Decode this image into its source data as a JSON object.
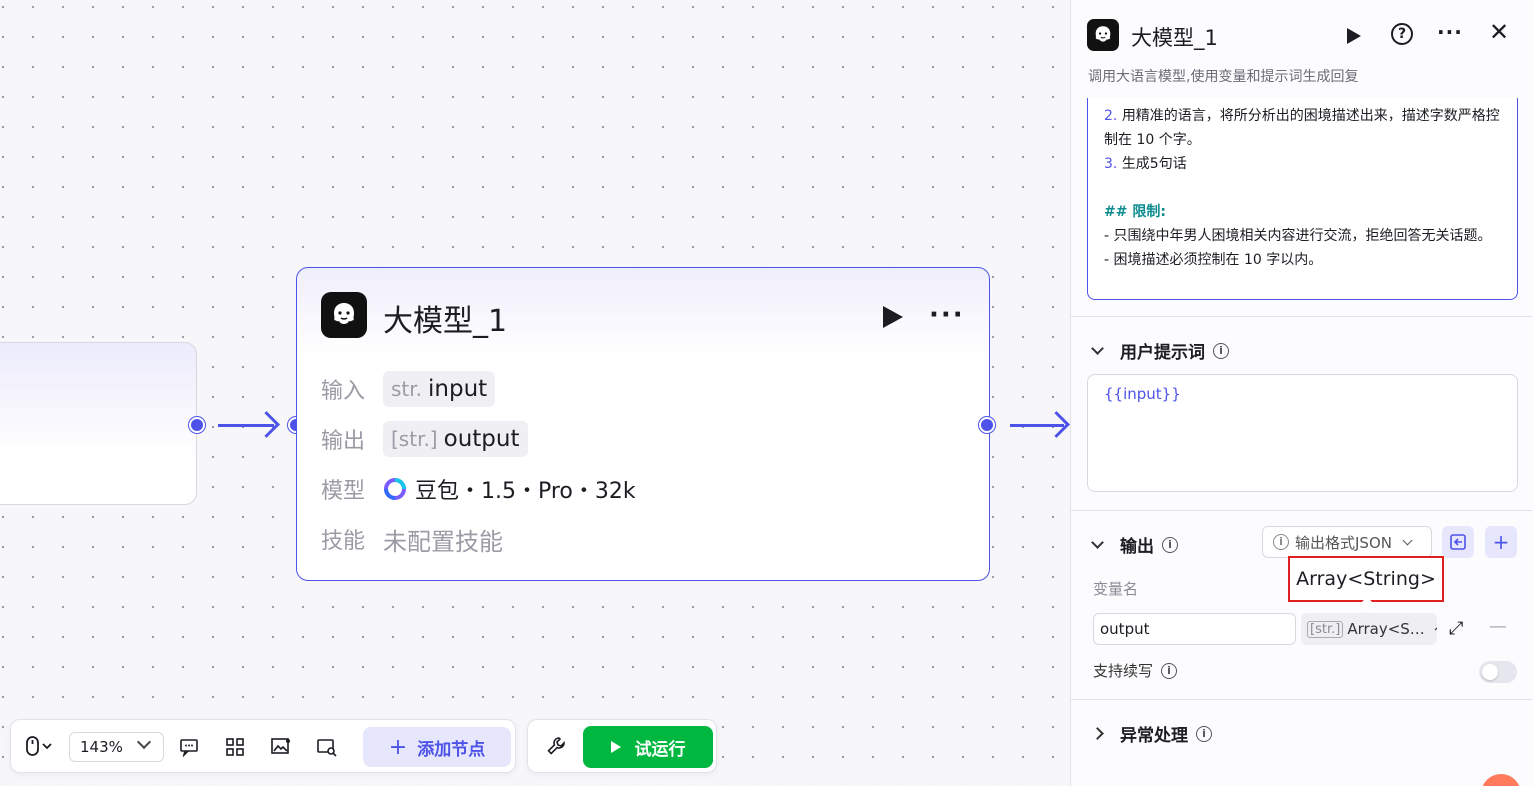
{
  "node": {
    "title": "大模型_1",
    "input_label": "输入",
    "input_type": "str.",
    "input_value": "input",
    "output_label": "输出",
    "output_type": "[str.]",
    "output_value": "output",
    "model_label": "模型",
    "model_value": "豆包・1.5・Pro・32k",
    "skill_label": "技能",
    "skill_value": "未配置技能"
  },
  "toolbar": {
    "zoom": "143%",
    "add_node": "添加节点",
    "test_run": "试运行"
  },
  "panel": {
    "title": "大模型_1",
    "description": "调用大语言模型,使用变量和提示词生成回复",
    "system_prompt": {
      "line2_num": "2.",
      "line2_text": "用精准的语言，将所分析出的困境描述出来，描述字数严格控制在 10 个字。",
      "line3_num": "3.",
      "line3_text": "生成5句话",
      "limit_header": "## 限制:",
      "limit1": "- 只围绕中年男人困境相关内容进行交流，拒绝回答无关话题。",
      "limit2": "- 困境描述必须控制在 10 字以内。"
    },
    "user_prompt_title": "用户提示词",
    "user_prompt_value": "{{input}}",
    "output_title": "输出",
    "output_format": "输出格式JSON",
    "var_name_label": "变量名",
    "var_name_value": "output",
    "var_type_prefix": "[str.]",
    "var_type_value": "Array<S…",
    "tooltip": "Array<String>",
    "continue_label": "支持续写",
    "exception_title": "异常处理"
  }
}
